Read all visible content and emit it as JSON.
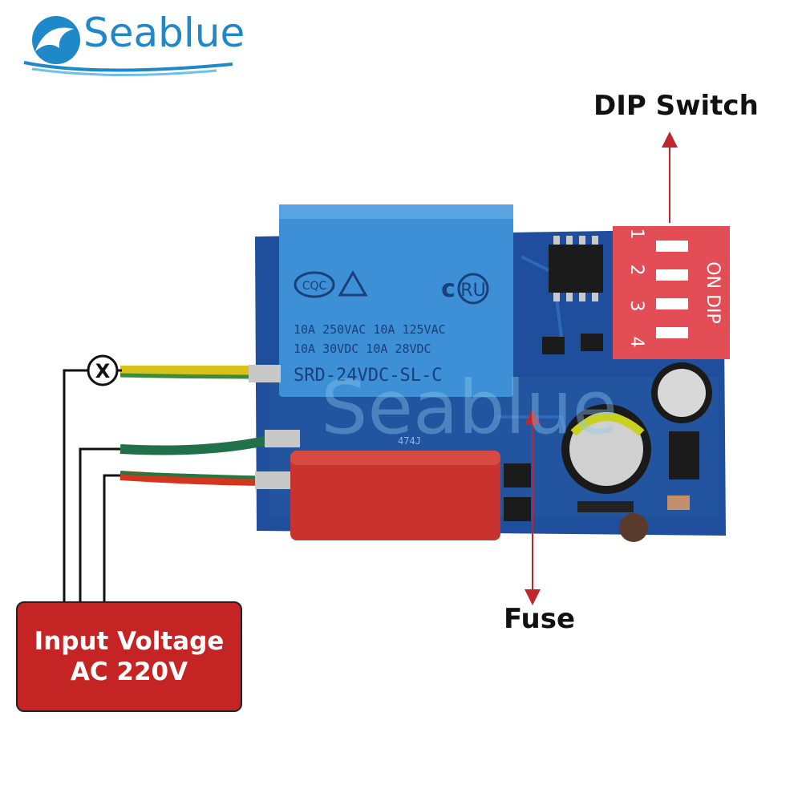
{
  "brand": {
    "name": "Seablue",
    "watermark": "Seablue",
    "color": "#1e88c8"
  },
  "labels": {
    "dip_switch": "DIP Switch",
    "fuse": "Fuse",
    "input_line1": "Input Voltage",
    "input_line2": "AC 220V",
    "switch_marker": "X"
  },
  "relay": {
    "brand_mark": "CQC",
    "line1": "10A 250VAC   10A 125VAC",
    "line2": "10A  30VDC   10A  28VDC",
    "model": "SRD-24VDC-SL-C"
  },
  "dip": {
    "positions": [
      "1",
      "2",
      "3",
      "4"
    ],
    "on_text": "ON",
    "dip_text": "DIP"
  },
  "capacitor_marking": "474J",
  "colors": {
    "pcb": "#1f4f9c",
    "relay": "#3d8fd6",
    "dip_body": "#e34d56",
    "capacitor": "#c8332f",
    "input_box": "#c42424",
    "arrow": "#c0272d"
  }
}
